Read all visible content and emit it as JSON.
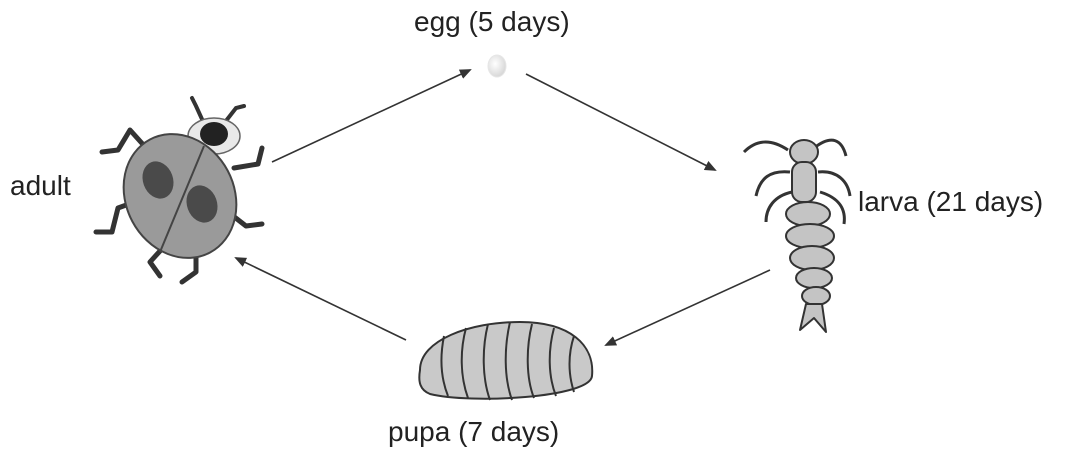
{
  "diagram": {
    "stages": {
      "egg": {
        "label": "egg (5 days)"
      },
      "larva": {
        "label": "larva (21 days)"
      },
      "pupa": {
        "label": "pupa (7 days)"
      },
      "adult": {
        "label": "adult"
      }
    },
    "cycle_order": [
      "egg",
      "larva",
      "pupa",
      "adult"
    ],
    "colors": {
      "arrow": "#333333",
      "body_gray": "#9a9a9a",
      "spot_dark": "#4a4a4a",
      "outline": "#333333",
      "pupa_fill": "#c9c9c9",
      "larva_fill": "#c4c4c4"
    }
  }
}
